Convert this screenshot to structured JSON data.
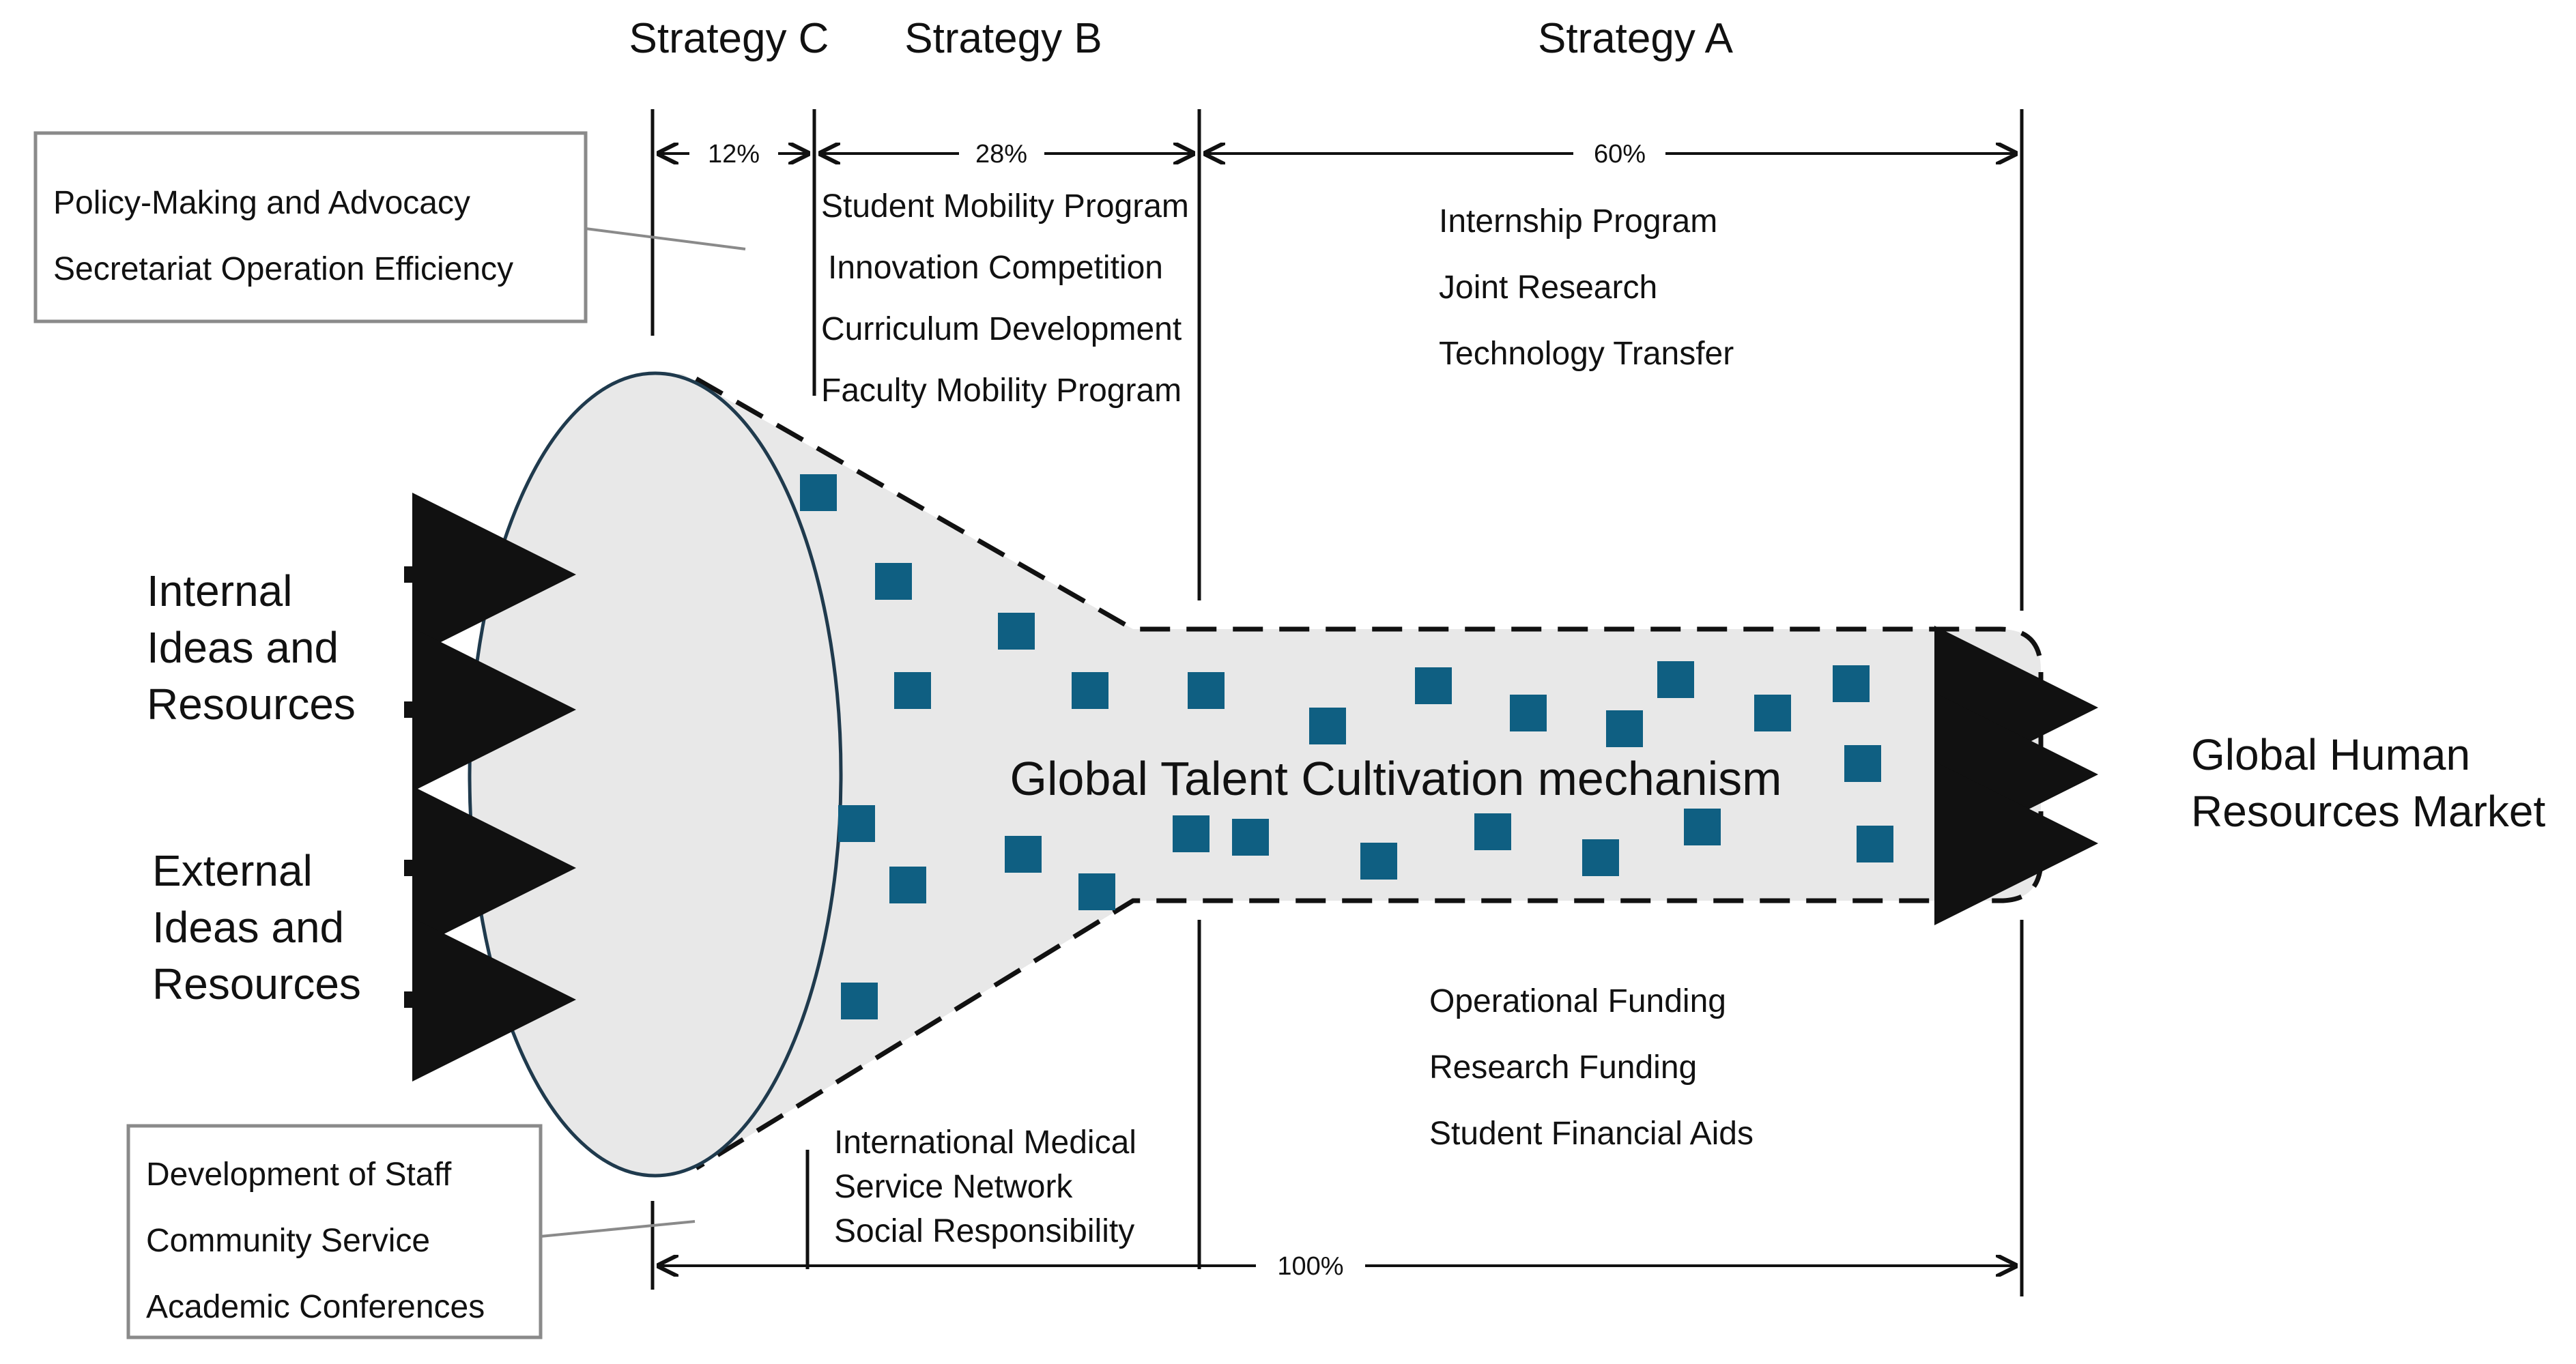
{
  "headers": {
    "strategy_c": "Strategy C",
    "strategy_b": "Strategy B",
    "strategy_a": "Strategy A"
  },
  "percentages": {
    "c": "12%",
    "b": "28%",
    "a": "60%",
    "total": "100%"
  },
  "top_box": {
    "line1": "Policy-Making and Advocacy",
    "line2": "Secretariat Operation Efficiency"
  },
  "bottom_box": {
    "line1": "Development of Staff",
    "line2": "Community Service",
    "line3": "Academic Conferences"
  },
  "strategy_b_items": [
    "Student Mobility Program",
    "Innovation Competition",
    "Curriculum Development",
    "Faculty Mobility Program"
  ],
  "strategy_a_items": [
    "Internship Program",
    "Joint Research",
    "Technology Transfer"
  ],
  "bottom_b_items": [
    "International Medical",
    "Service Network",
    "Social Responsibility"
  ],
  "bottom_a_items": [
    "Operational Funding",
    "Research Funding",
    "Student Financial Aids"
  ],
  "inputs": {
    "internal": [
      "Internal",
      "Ideas and",
      "Resources"
    ],
    "external": [
      "External",
      "Ideas and",
      "Resources"
    ]
  },
  "center_label": "Global Talent Cultivation mechanism",
  "output": [
    "Global Human",
    "Resources Market"
  ],
  "colors": {
    "funnel_fill": "#e8e8e8",
    "funnel_outline": "#1f3a4d",
    "square": "#0f5f82",
    "line": "#111111",
    "box_border": "#8a8a8a"
  }
}
